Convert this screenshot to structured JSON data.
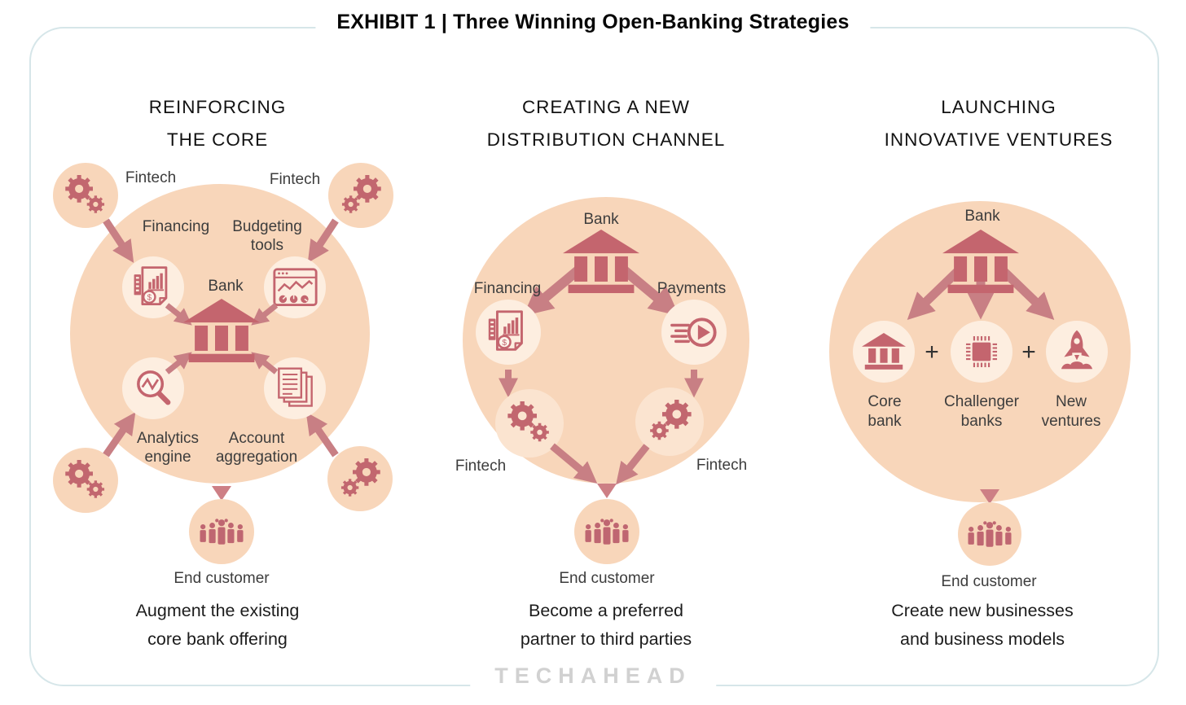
{
  "title": "EXHIBIT 1 | Three Winning Open-Banking Strategies",
  "watermark": "TECHAHEAD",
  "icons": {
    "dollar": "$"
  },
  "palette": {
    "circle_peach": "#f8d6ba",
    "icon_circle": "#fdeee0",
    "accent_rose": "#c4656e",
    "arrow_rose": "#c87f84",
    "frame_border": "#d6e6e9",
    "watermark_gray": "#d1d1d1"
  },
  "columns": [
    {
      "id": "reinforcing-the-core",
      "heading_line1": "REINFORCING",
      "heading_line2": "THE CORE",
      "caption_line1": "Augment the existing",
      "caption_line2": "core bank offering",
      "labels": {
        "fintech_top_left": "Fintech",
        "fintech_top_right": "Fintech",
        "financing": "Financing",
        "budgeting_line1": "Budgeting",
        "budgeting_line2": "tools",
        "bank": "Bank",
        "analytics_line1": "Analytics",
        "analytics_line2": "engine",
        "account_line1": "Account",
        "account_line2": "aggregation",
        "end_customer": "End customer"
      }
    },
    {
      "id": "creating-a-new-distribution-channel",
      "heading_line1": "CREATING A NEW",
      "heading_line2": "DISTRIBUTION CHANNEL",
      "caption_line1": "Become a preferred",
      "caption_line2": "partner to third parties",
      "labels": {
        "bank": "Bank",
        "financing": "Financing",
        "payments": "Payments",
        "fintech_left": "Fintech",
        "fintech_right": "Fintech",
        "end_customer": "End customer"
      }
    },
    {
      "id": "launching-innovative-ventures",
      "heading_line1": "LAUNCHING",
      "heading_line2": "INNOVATIVE VENTURES",
      "caption_line1": "Create new businesses",
      "caption_line2": "and business models",
      "labels": {
        "bank": "Bank",
        "core_line1": "Core",
        "core_line2": "bank",
        "plus_1": "+",
        "challenger_line1": "Challenger",
        "challenger_line2": "banks",
        "plus_2": "+",
        "new_line1": "New",
        "new_line2": "ventures",
        "end_customer": "End customer"
      }
    }
  ]
}
